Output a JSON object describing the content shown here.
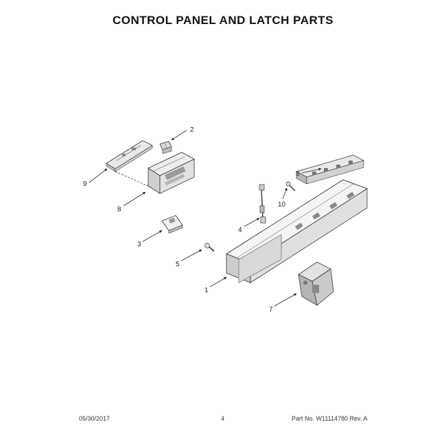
{
  "page": {
    "title": "CONTROL PANEL AND LATCH PARTS",
    "footer": {
      "date": "05/30/2017",
      "page_number": "4",
      "part_info": "Part No. W11114780 Rev. A"
    }
  },
  "callouts": [
    {
      "id": "1",
      "label": "1"
    },
    {
      "id": "2",
      "label": "2"
    },
    {
      "id": "3",
      "label": "3"
    },
    {
      "id": "4",
      "label": "4"
    },
    {
      "id": "5",
      "label": "5"
    },
    {
      "id": "6",
      "label": "6"
    },
    {
      "id": "7",
      "label": "7"
    },
    {
      "id": "8",
      "label": "8"
    },
    {
      "id": "9",
      "label": "9"
    },
    {
      "id": "10",
      "label": "10"
    }
  ]
}
